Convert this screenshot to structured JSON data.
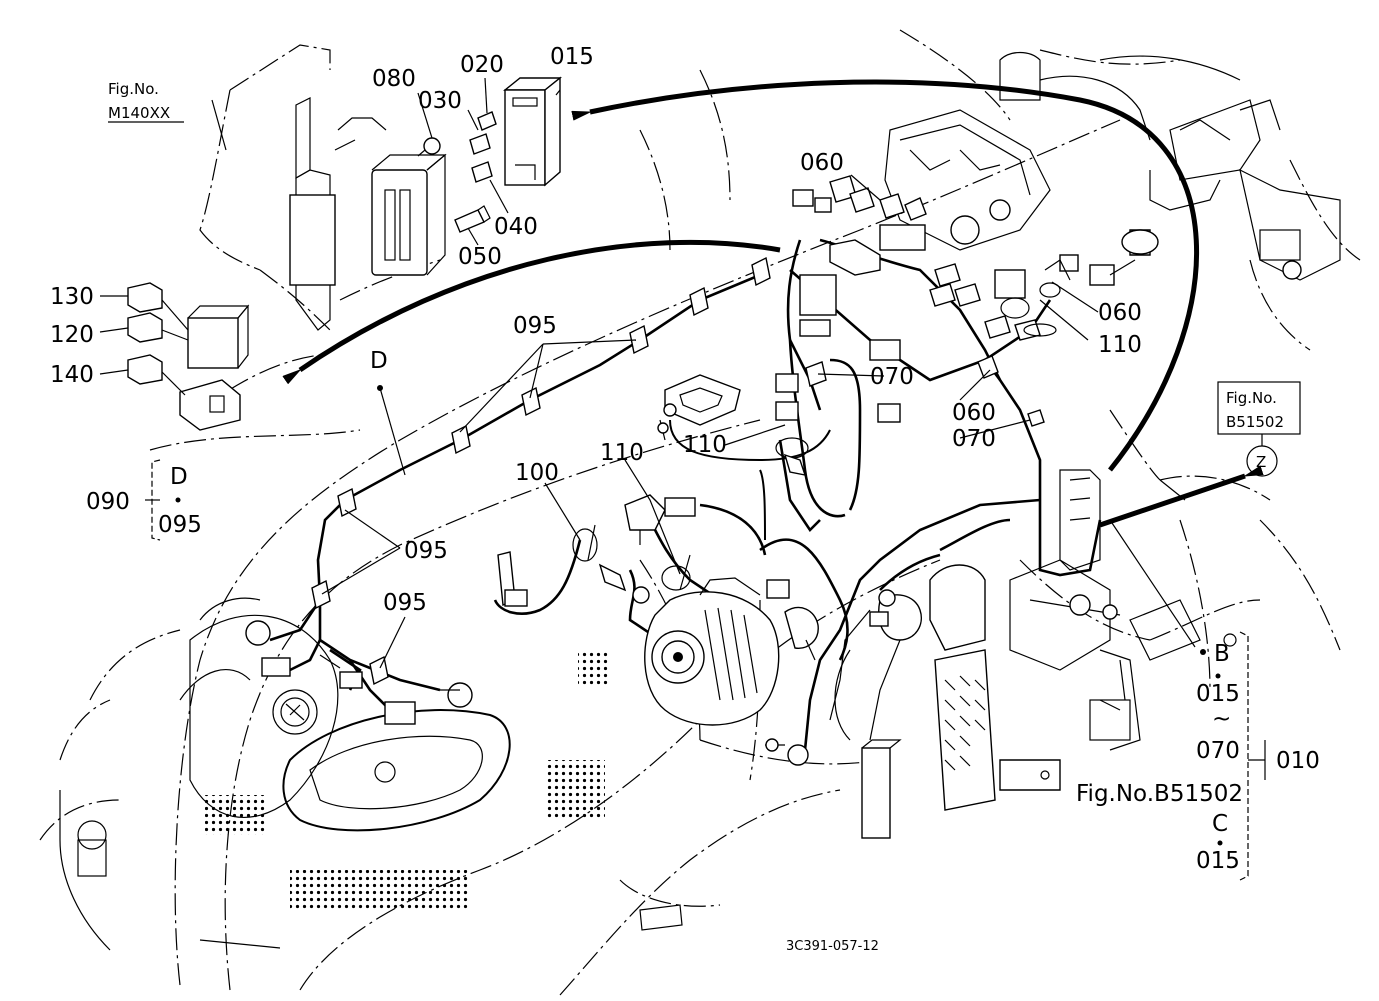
{
  "figure_refs": {
    "top_left": {
      "line1": "Fig.No.",
      "line2": "M140XX"
    },
    "right": {
      "line1": "Fig.No.",
      "line2": "B51502"
    },
    "z_marker": "Z"
  },
  "callouts": {
    "c015_top": "015",
    "c020": "020",
    "c030": "030",
    "c040": "040",
    "c050": "050",
    "c080": "080",
    "c130": "130",
    "c120": "120",
    "c140": "140",
    "c095_a": "095",
    "c095_b": "095",
    "c095_c": "095",
    "c060_a": "060",
    "c060_b": "060",
    "c060_c": "060",
    "c070_a": "070",
    "c070_b": "070",
    "c110_a": "110",
    "c110_b": "110",
    "c110_c": "110",
    "c100": "100",
    "d_wire": "D"
  },
  "group_090": {
    "number": "090",
    "top": "D",
    "bottom": "095"
  },
  "group_010": {
    "number": "010",
    "b_label": "B",
    "start": "015",
    "tilde": "~",
    "end": "070",
    "fig_ref": "Fig.No.B51502",
    "c_label": "C",
    "c_part": "015"
  },
  "drawing_number": "3C391-057-12"
}
